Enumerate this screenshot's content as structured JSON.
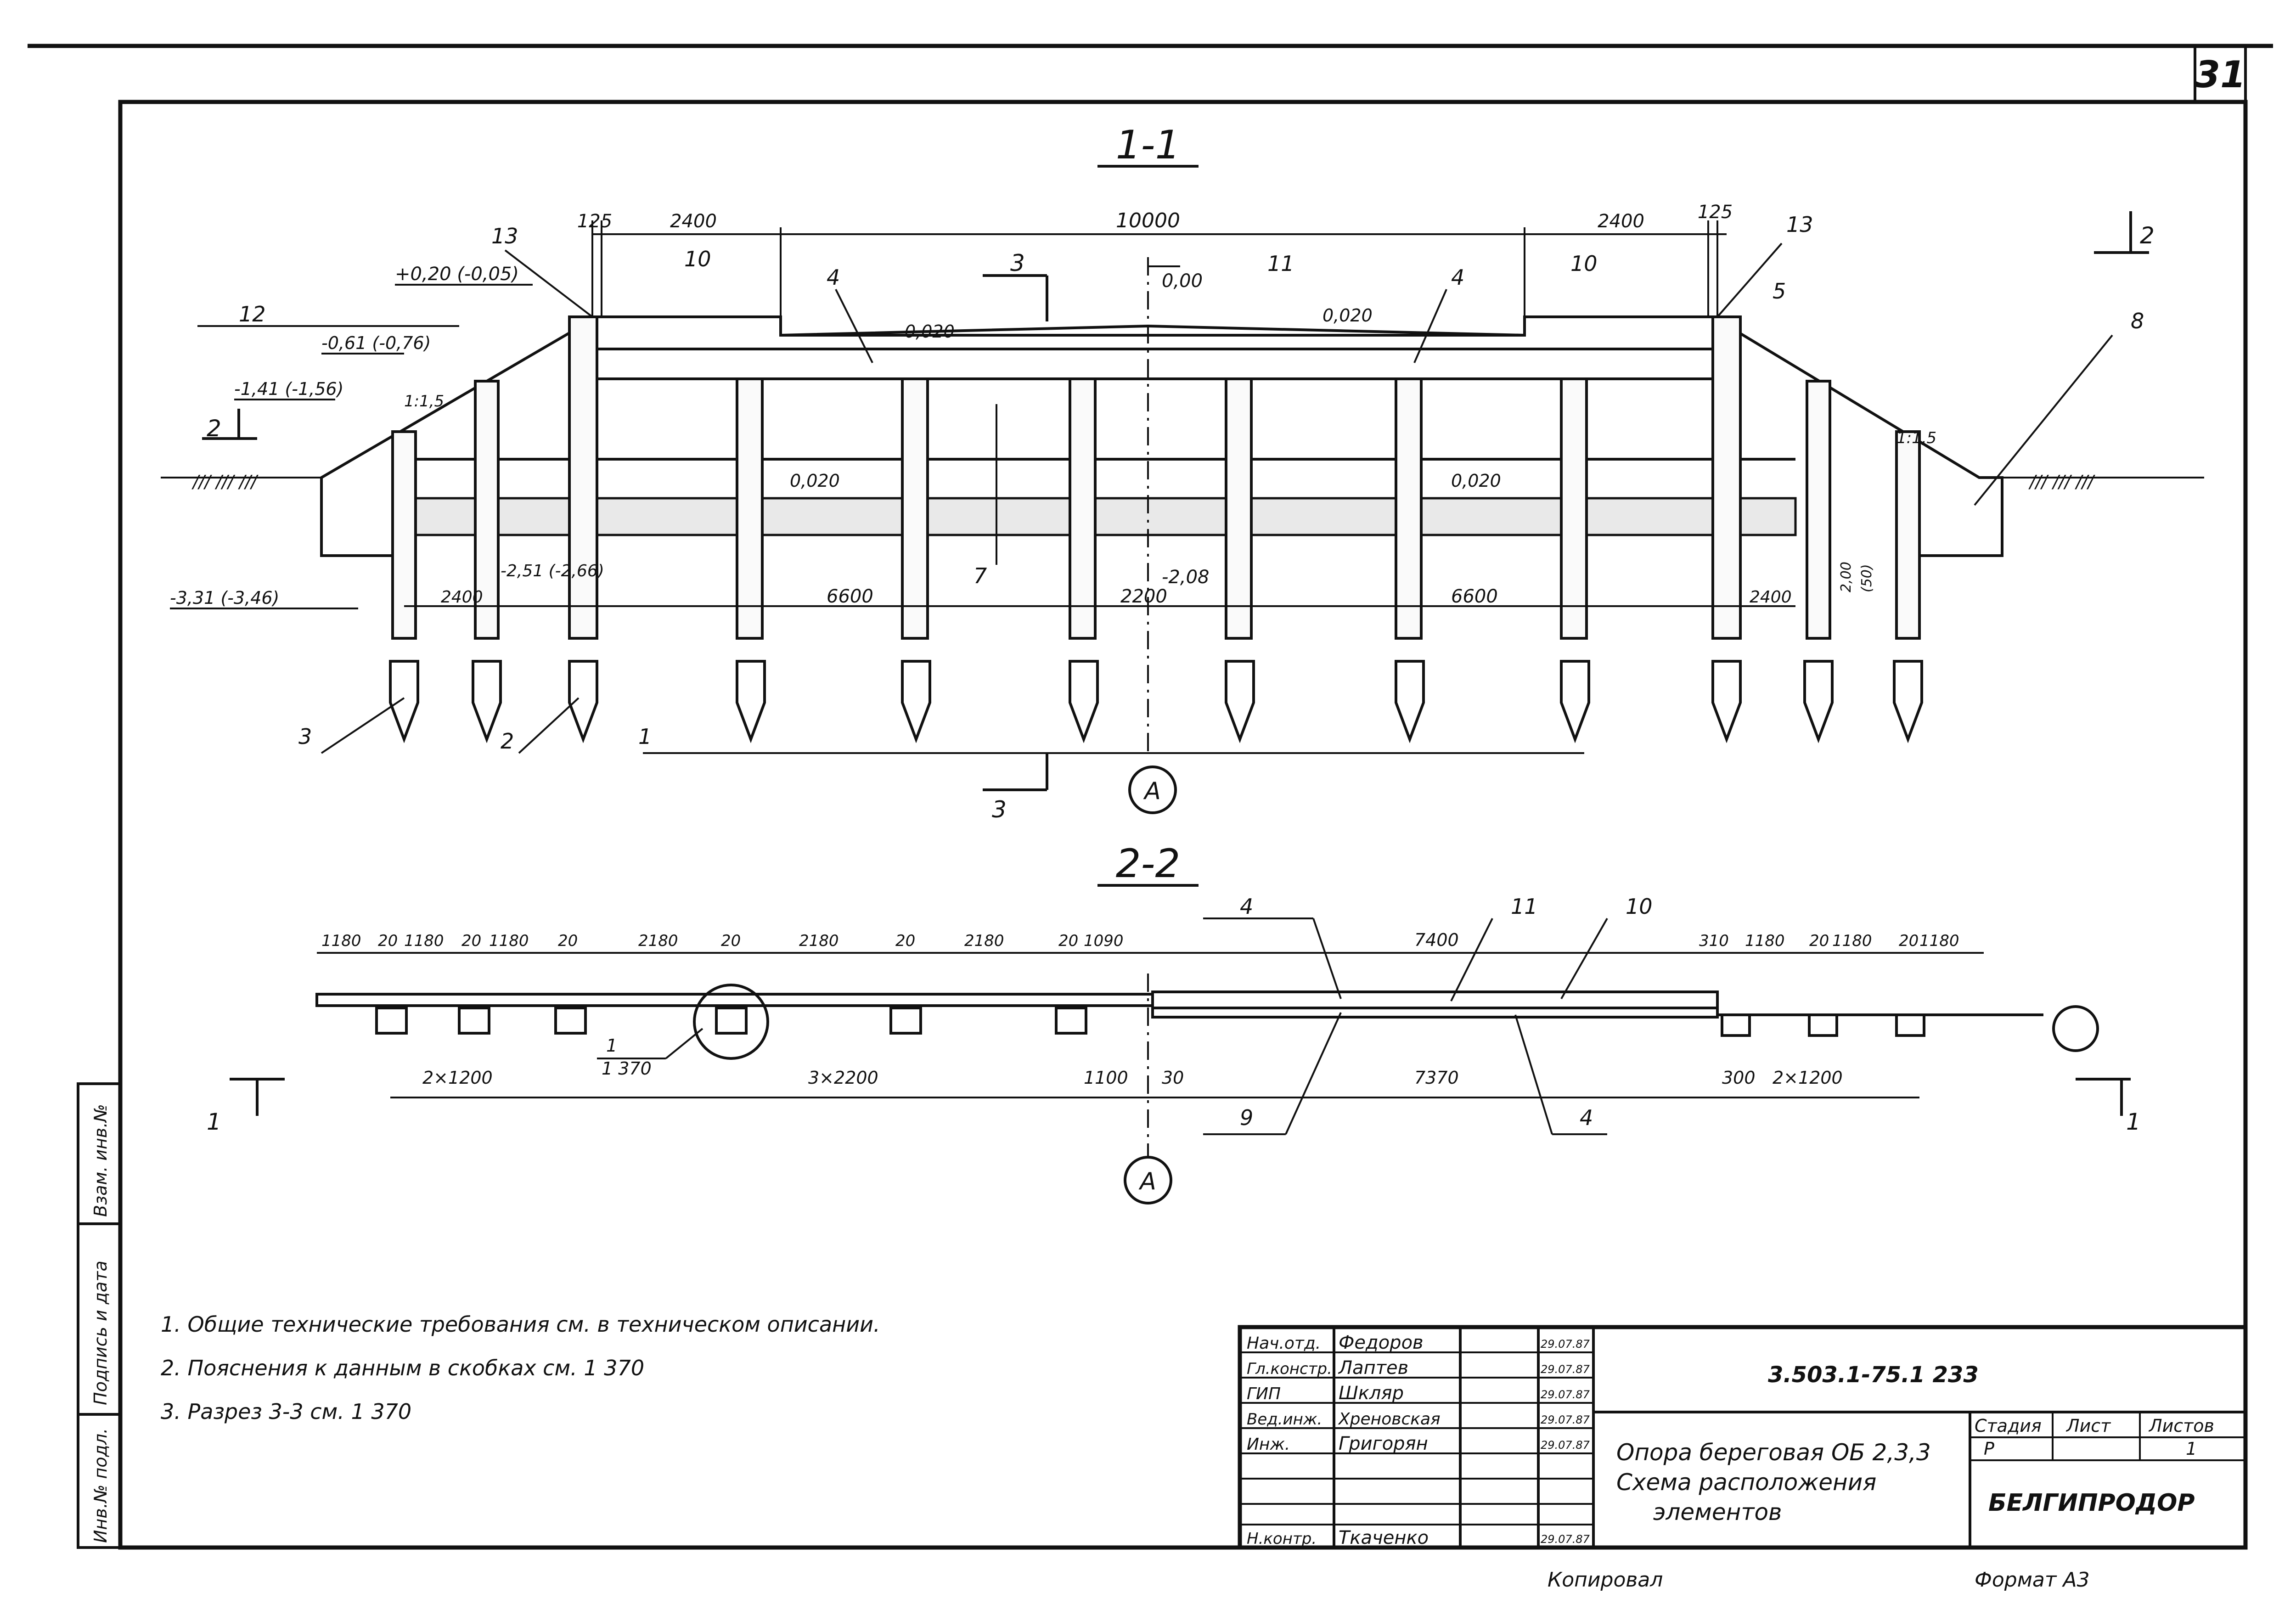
{
  "sheet": {
    "number": "31",
    "format": "Формат А3",
    "copied": "Копировал"
  },
  "section11": {
    "title": "1-1",
    "dims": [
      "125",
      "2400",
      "10000",
      "2400",
      "125"
    ],
    "lower_dims": [
      "2400",
      "6600",
      "2200",
      "6600",
      "2400"
    ],
    "levels": [
      "+0,20 (-0,05)",
      "-0,61 (-0,76)",
      "-1,41 (-1,56)",
      "-3,31 (-3,46)",
      "-2,51 (-2,66)",
      "-2,08",
      "0,00",
      "2,00",
      "(50)"
    ],
    "slopes": [
      "0,020",
      "0,020",
      "0,020",
      "0,020"
    ],
    "slope_ratio": [
      "1:1,5",
      "1:1,5"
    ],
    "cut_labels": [
      "3",
      "3",
      "2",
      "2"
    ],
    "axis": "A",
    "callouts": [
      "13",
      "10",
      "4",
      "11",
      "4",
      "10",
      "13",
      "5",
      "8",
      "12",
      "7",
      "3",
      "2",
      "1"
    ]
  },
  "section22": {
    "title": "2-2",
    "top_dims": [
      "1180",
      "20",
      "1180",
      "20",
      "1180",
      "20",
      "2180",
      "20",
      "2180",
      "20",
      "2180",
      "20",
      "1090",
      "7400",
      "310",
      "1180",
      "20",
      "1180",
      "20",
      "1180"
    ],
    "bottom_dims": [
      "2×1200",
      "3×2200",
      "1100",
      "30",
      "7370",
      "300",
      "2×1200"
    ],
    "ref": "1 370",
    "ref_num": "1",
    "cut_labels": [
      "1",
      "1"
    ],
    "axis": "A",
    "callouts": [
      "4",
      "11",
      "10",
      "9",
      "4"
    ]
  },
  "notes": [
    "1. Общие технические требования см. в техническом описании.",
    "2. Пояснения к данным в скобках см. 1 370",
    "3. Разрез 3-3 см. 1 370"
  ],
  "side_labels": [
    "Инв.№ подл.",
    "Подпись и дата",
    "Взам. инв.№"
  ],
  "title_block": {
    "code": "3.503.1-75.1  233",
    "name_lines": [
      "Опора береговая ОБ 2,3,3",
      "Схема расположения",
      "элементов"
    ],
    "stage_header": "Стадия",
    "sheet_header": "Лист",
    "sheets_header": "Листов",
    "stage": "Р",
    "sheet": "",
    "sheets": "1",
    "org": "БЕЛГИПРОДОР",
    "rows": [
      {
        "role": "Нач.отд.",
        "name": "Федоров",
        "date": "29.07.87"
      },
      {
        "role": "Гл.констр.",
        "name": "Лаптев",
        "date": "29.07.87"
      },
      {
        "role": "ГИП",
        "name": "Шкляр",
        "date": "29.07.87"
      },
      {
        "role": "Вед.инж.",
        "name": "Хреновская",
        "date": "29.07.87"
      },
      {
        "role": "Инж.",
        "name": "Григорян",
        "date": "29.07.87"
      },
      {
        "role": "Н.контр.",
        "name": "Ткаченко",
        "date": "29.07.87"
      }
    ]
  }
}
